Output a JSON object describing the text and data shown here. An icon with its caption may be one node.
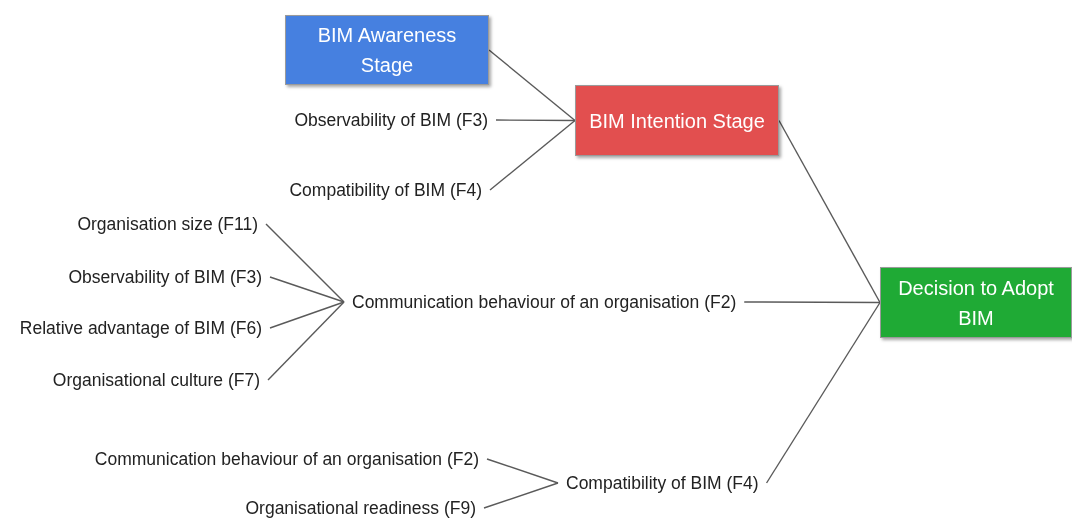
{
  "diagram": {
    "nodes": [
      {
        "text": [
          "BIM Awareness Stage"
        ]
      },
      {
        "text": [
          "Observability of BIM (F3)"
        ]
      },
      {
        "text": [
          "Compatibility of BIM (F4)"
        ]
      },
      {
        "text": [
          "BIM Intention Stage"
        ]
      },
      {
        "text": [
          "Organisation size (F11)"
        ]
      },
      {
        "text": [
          "Observability of BIM (F3)"
        ]
      },
      {
        "text": [
          "Relative advantage of BIM (F6)"
        ]
      },
      {
        "text": [
          "Organisational culture (F7)"
        ]
      },
      {
        "text": [
          "Communication behaviour of an organisation (F2)"
        ]
      },
      {
        "text": [
          "Decision to Adopt BIM"
        ]
      },
      {
        "text": [
          "Communication behaviour of an organisation (F2)"
        ]
      },
      {
        "text": [
          "Organisational readiness (F9)"
        ]
      },
      {
        "text": [
          "Compatibility of BIM (F4)"
        ]
      }
    ],
    "edges": [
      {
        "from": 0,
        "to": 3,
        "arrow": "none"
      },
      {
        "from": 1,
        "to": 3,
        "arrow": "none"
      },
      {
        "from": 2,
        "to": 3,
        "arrow": "none"
      },
      {
        "from": 3,
        "to": 9,
        "arrow": "none"
      },
      {
        "from": 4,
        "to": 8,
        "arrow": "none"
      },
      {
        "from": 5,
        "to": 8,
        "arrow": "none"
      },
      {
        "from": 6,
        "to": 8,
        "arrow": "none"
      },
      {
        "from": 7,
        "to": 8,
        "arrow": "none"
      },
      {
        "from": 8,
        "to": 9,
        "arrow": "none"
      },
      {
        "from": 10,
        "to": 12,
        "arrow": "none"
      },
      {
        "from": 11,
        "to": 12,
        "arrow": "none"
      },
      {
        "from": 12,
        "to": 9,
        "arrow": "none"
      }
    ]
  }
}
